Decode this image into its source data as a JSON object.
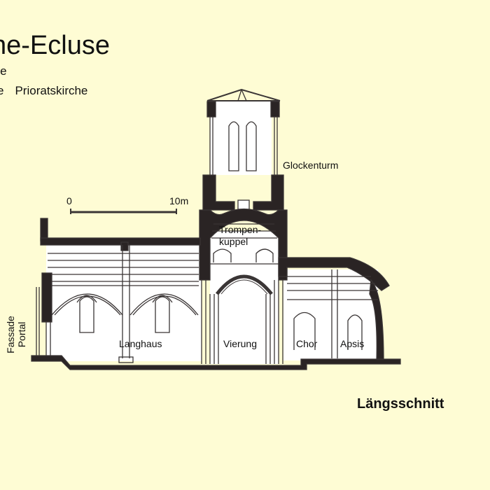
{
  "header": {
    "title": "ne-Ecluse",
    "subtitle_line1": "me",
    "subtitle_line2_left": "e",
    "subtitle_line2_right": "Prioratskirche"
  },
  "drawing": {
    "view_label": "Längsschnitt",
    "scale_bar": {
      "start_label": "0",
      "end_label": "10m"
    },
    "labels": {
      "bell_tower": "Glockenturm",
      "dome_line1": "Trompen-",
      "dome_line2": "kuppel",
      "nave": "Langhaus",
      "crossing": "Vierung",
      "choir": "Chor",
      "apse": "Apsis",
      "facade_line1": "Fassade",
      "facade_line2": "Portal"
    }
  },
  "colors": {
    "background": "#fefcd4",
    "wall_section": "#2a2424",
    "interior": "#ffffff",
    "line": "#3a3535"
  }
}
